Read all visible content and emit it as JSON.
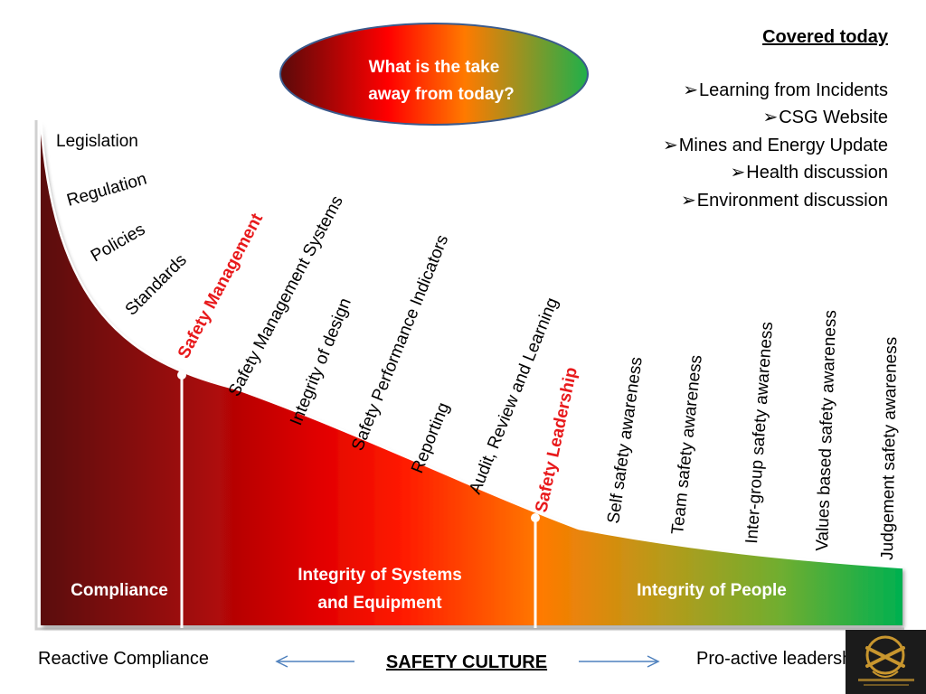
{
  "question_ellipse": {
    "line1": "What is the take",
    "line2": "away from today?"
  },
  "covered_today": {
    "title": "Covered today",
    "items": [
      "Learning from Incidents",
      "CSG Website",
      "Mines and Energy Update",
      "Health discussion",
      "Environment discussion"
    ]
  },
  "curve_labels": {
    "compliance_phase": [
      "Legislation",
      "Regulation",
      "Policies",
      "Standards"
    ],
    "safety_management": "Safety Management",
    "systems_phase": [
      "Safety Management Systems",
      "Integrity of design",
      "Safety Performance Indicators",
      "Reporting",
      "Audit, Review and Learning"
    ],
    "safety_leadership": "Safety Leadership",
    "people_phase": [
      "Self safety awareness",
      "Team safety awareness",
      "Inter-group safety awareness",
      "Values based safety awareness",
      "Judgement safety awareness"
    ]
  },
  "zones": {
    "compliance": "Compliance",
    "systems_line1": "Integrity of Systems",
    "systems_line2": "and Equipment",
    "people": "Integrity of People"
  },
  "footer": {
    "left": "Reactive Compliance",
    "center": "SAFETY CULTURE",
    "right": "Pro-active leadership"
  },
  "colors": {
    "dark_red": "#5a0a0a",
    "red": "#ff0000",
    "orange": "#ff7a00",
    "olive": "#8fa52a",
    "green": "#00b050",
    "accent_red": "#e8191b"
  }
}
